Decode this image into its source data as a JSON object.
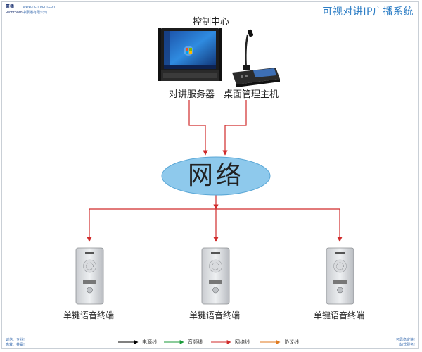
{
  "header": {
    "brand_line1": "豪播",
    "brand_line2": "Richroom",
    "website": "www.richroom.com",
    "company": "中豪播有限公司",
    "system_title": "可视对讲IP广播系统"
  },
  "control_center": {
    "title": "控制中心",
    "server_label": "对讲服务器",
    "desktop_label": "桌面管理主机"
  },
  "network": {
    "label": "网络"
  },
  "terminals": [
    {
      "label": "单键语音终端"
    },
    {
      "label": "单键语音终端"
    },
    {
      "label": "单键语音终端"
    }
  ],
  "legend": [
    {
      "label": "电源线",
      "color": "#000000"
    },
    {
      "label": "音频线",
      "color": "#1a9a3a"
    },
    {
      "label": "网络线",
      "color": "#d02b2b"
    },
    {
      "label": "协议线",
      "color": "#e07a1f"
    }
  ],
  "footer": {
    "left_note_1": "诚信、专业!",
    "left_note_2": "高效、共赢!",
    "right_note_1": "可靠稳定快!",
    "right_note_2": "一站式服务!"
  },
  "colors": {
    "network_line": "#d02b2b",
    "ellipse_fill": "#8ec9ec",
    "title_blue": "#2f7fc6"
  }
}
